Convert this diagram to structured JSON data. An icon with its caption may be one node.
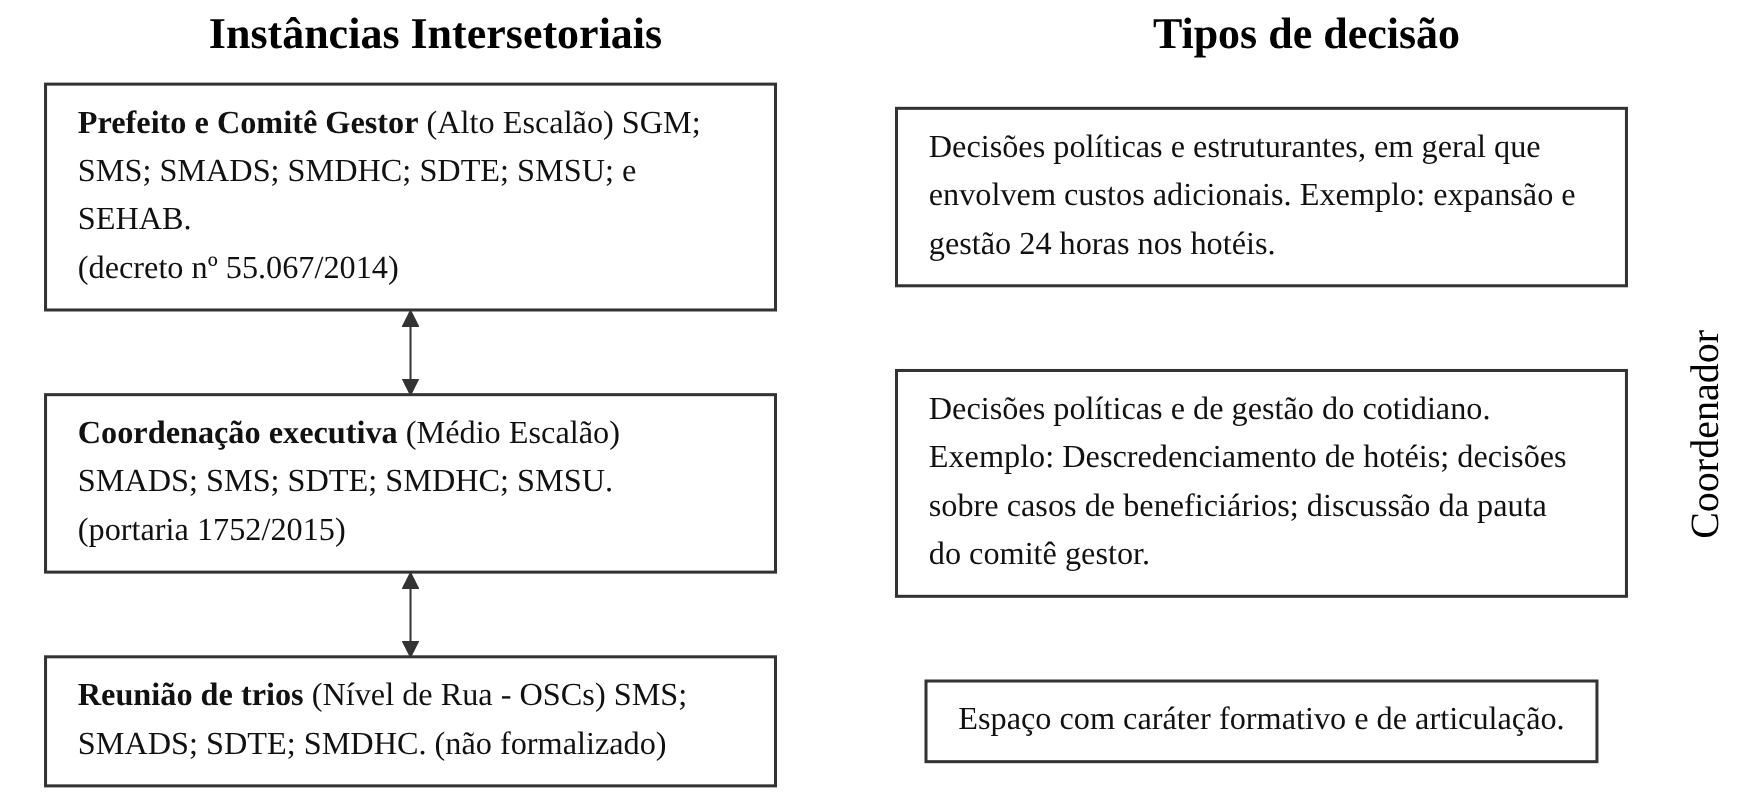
{
  "diagram": {
    "nodes": [
      {
        "text": [
          "**Prefeito e Comitê Gestor** (Alto Escalão) SGM; SMS; SMADS; SMDHC; SDTE; SMSU; e SEHAB.",
          "(decreto nº 55.067/2014)"
        ]
      },
      {
        "text": [
          "**Coordenação executiva** (Médio Escalão) SMADS; SMS; SDTE; SMDHC; SMSU.",
          "(portaria 1752/2015)"
        ]
      },
      {
        "text": [
          "**Reunião de trios** (Nível de Rua - OSCs) SMS; SMADS; SDTE; SMDHC. (não formalizado)"
        ]
      },
      {
        "text": [
          "Decisões políticas e estruturantes, em geral que envolvem custos adicionais. Exemplo: expansão e gestão 24 horas nos hotéis."
        ]
      },
      {
        "text": [
          "Decisões políticas e de gestão do cotidiano. Exemplo: Descredenciamento de hotéis; decisões sobre casos de beneficiários; discussão da pauta do comitê gestor."
        ]
      },
      {
        "text": [
          "Espaço com caráter formativo e de articulação."
        ]
      }
    ],
    "edges": [
      {
        "from": 0,
        "to": 1,
        "arrow": "both"
      },
      {
        "from": 1,
        "to": 2,
        "arrow": "both"
      }
    ],
    "labels": [
      "Instâncias Intersetoriais",
      "Tipos de decisão",
      "Coordenador"
    ]
  }
}
